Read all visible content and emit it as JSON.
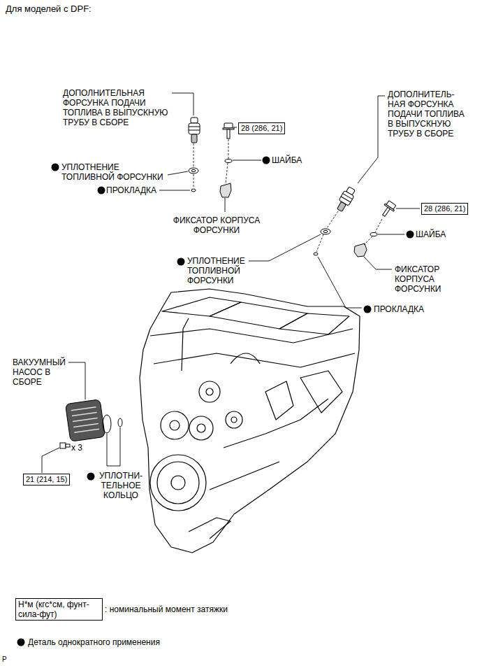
{
  "diagram": {
    "title": "Для моделей с DPF:",
    "nodes": [
      {
        "text": [
          "28 (286, 21)"
        ]
      },
      {
        "text": [
          "28 (286, 21)"
        ]
      },
      {
        "text": [
          "21 (214, 15)"
        ]
      },
      {
        "text": [
          "Н*м (кгс*см, фунт-сила-фут)"
        ]
      }
    ],
    "labels": [
      "ДОПОЛНИТЕЛЬНАЯ ФОРСУНКА ПОДАЧИ ТОПЛИВА В ВЫПУСКНУЮ ТРУБУ В СБОРЕ",
      "УПЛОТНЕНИЕ ТОПЛИВНОЙ ФОРСУНКИ",
      "ПРОКЛАДКА",
      "ШАЙБА",
      "ФИКСАТОР КОРПУСА ФОРСУНКИ",
      "ДОПОЛНИТЕЛЬ- НАЯ ФОРСУНКА ПОДАЧИ ТОПЛИВА В ВЫПУСКНУЮ ТРУБУ В СБОРЕ",
      "ШАЙБА",
      "ФИКСАТОР КОРПУСА ФОРСУНКИ",
      "УПЛОТНЕНИЕ ТОПЛИВНОЙ ФОРСУНКИ",
      "ПРОКЛАДКА",
      "ВАКУУМНЫЙ НАСОС В СБОРЕ",
      "x 3",
      "УПЛОТНИ- ТЕЛЬНОЕ КОЛЬЦО",
      "P"
    ],
    "legend": [
      {
        "text": ": номинальный момент затяжки"
      },
      {
        "text": "Деталь однократного применения",
        "color": "#000000"
      }
    ]
  }
}
